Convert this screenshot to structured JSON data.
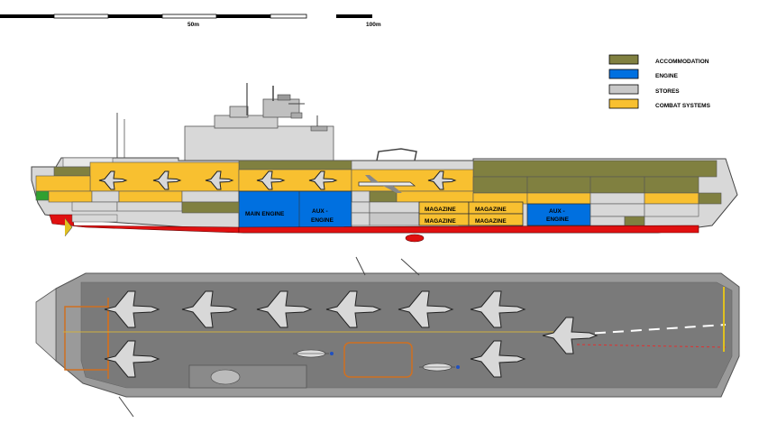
{
  "scale_bar": {
    "mark_50": "50m",
    "mark_100": "100m"
  },
  "legend": [
    {
      "label": "ACCOMMODATION",
      "color": "#808040"
    },
    {
      "label": "ENGINE",
      "color": "#0070e0"
    },
    {
      "label": "STORES",
      "color": "#c8c8c8"
    },
    {
      "label": "COMBAT SYSTEMS",
      "color": "#f8c030"
    }
  ],
  "compartments": {
    "main_engine": "MAIN ENGINE",
    "aux_engine_1a": "AUX -",
    "aux_engine_1b": "ENGINE",
    "magazine": "MAGAZINE",
    "aux_engine_2a": "AUX -",
    "aux_engine_2b": "ENGINE"
  },
  "colors": {
    "hull_grey": "#d8d8d8",
    "deck": "#7a7a7a",
    "keel_red": "#e01010",
    "green": "#30a030"
  }
}
